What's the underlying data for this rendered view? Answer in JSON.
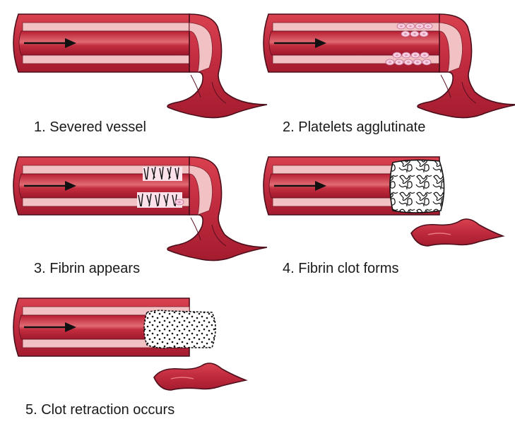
{
  "diagram": {
    "steps": [
      {
        "label": "1. Severed vessel"
      },
      {
        "label": "2. Platelets agglutinate"
      },
      {
        "label": "3. Fibrin appears"
      },
      {
        "label": "4. Fibrin clot forms"
      },
      {
        "label": "5. Clot retraction occurs"
      }
    ]
  },
  "colors": {
    "vessel_wall": "#c02a3e",
    "vessel_outline": "#4a0f1b",
    "vessel_inner_wall": "#f2c1c4",
    "lumen": "#b21f33",
    "lumen_highlight": "#e97b83",
    "platelet": "#f4c3d6",
    "fibrin": "#222222"
  }
}
